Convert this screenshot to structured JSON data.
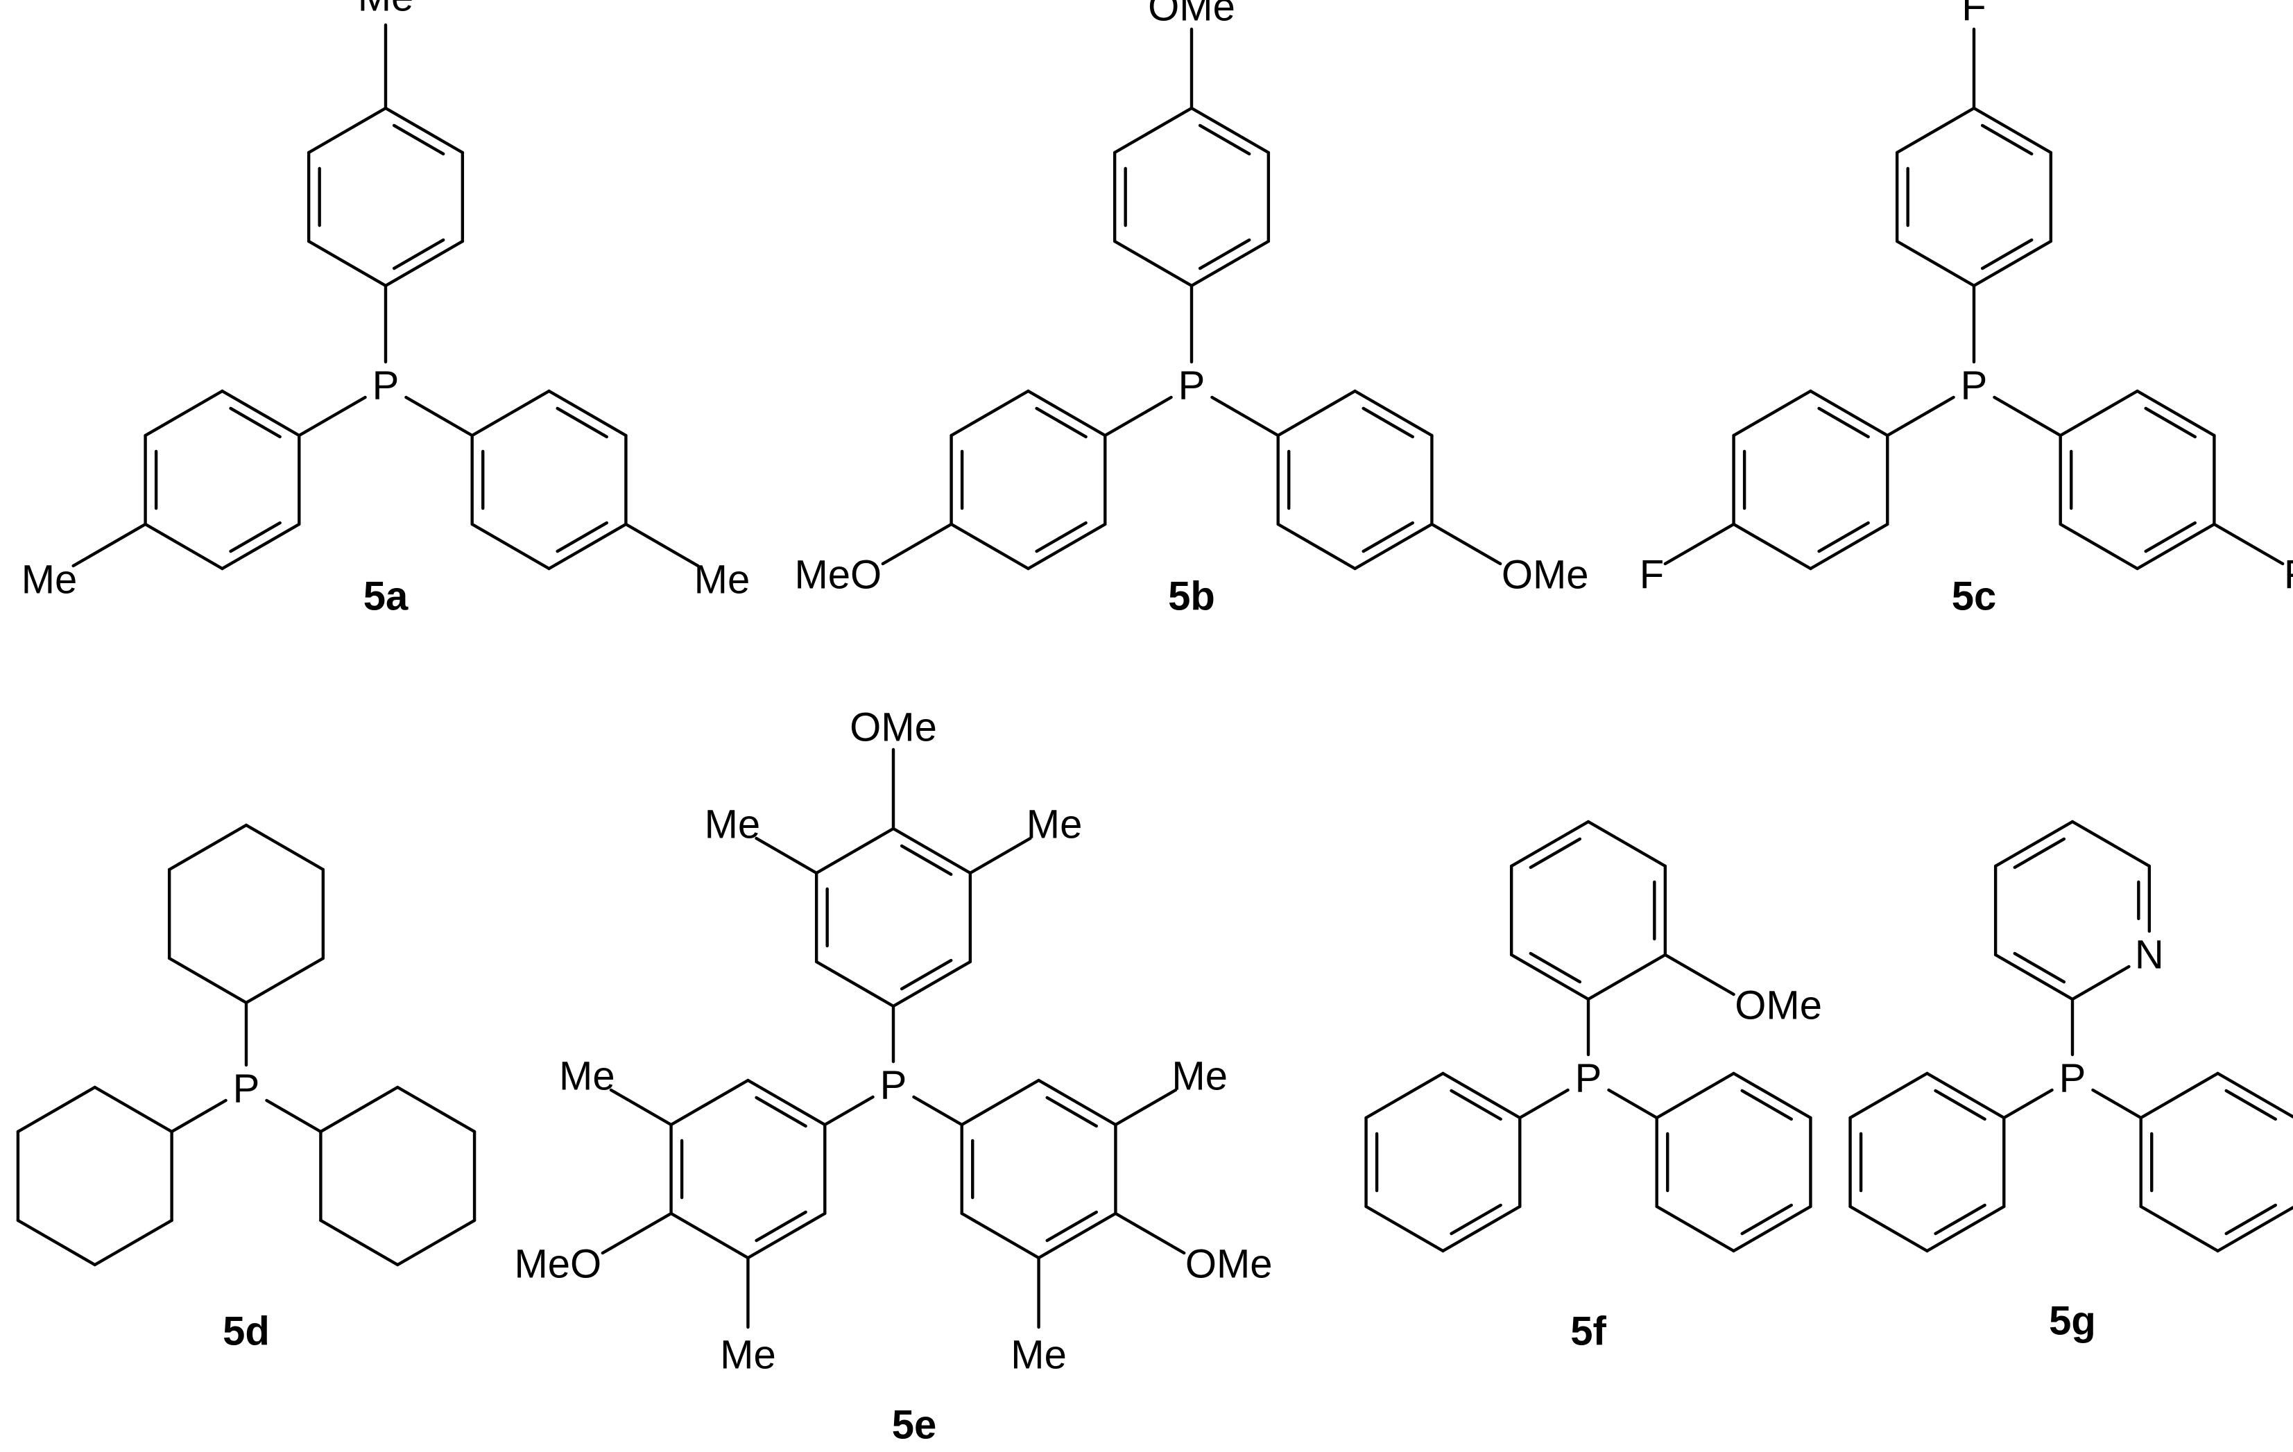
{
  "compounds": [
    {
      "id": "5a",
      "label": "5a",
      "labels": [
        {
          "key": "P",
          "text": "P"
        },
        {
          "key": "top",
          "text": "Me"
        },
        {
          "key": "left",
          "text": "Me"
        },
        {
          "key": "right",
          "text": "Me"
        }
      ]
    },
    {
      "id": "5b",
      "label": "5b",
      "labels": [
        {
          "key": "P",
          "text": "P"
        },
        {
          "key": "top",
          "text": "OMe"
        },
        {
          "key": "left",
          "text": "MeO"
        },
        {
          "key": "right",
          "text": "OMe"
        }
      ]
    },
    {
      "id": "5c",
      "label": "5c",
      "labels": [
        {
          "key": "P",
          "text": "P"
        },
        {
          "key": "top",
          "text": "F"
        },
        {
          "key": "left",
          "text": "F"
        },
        {
          "key": "right",
          "text": "F"
        }
      ]
    },
    {
      "id": "5d",
      "label": "5d",
      "labels": [
        {
          "key": "P",
          "text": "P"
        }
      ]
    },
    {
      "id": "5e",
      "label": "5e",
      "labels": [
        {
          "key": "P",
          "text": "P"
        },
        {
          "key": "t_ome",
          "text": "OMe"
        },
        {
          "key": "t_me_l",
          "text": "Me"
        },
        {
          "key": "t_me_r",
          "text": "Me"
        },
        {
          "key": "l_me_top",
          "text": "Me"
        },
        {
          "key": "l_ome",
          "text": "MeO"
        },
        {
          "key": "l_me_bot",
          "text": "Me"
        },
        {
          "key": "r_me_top",
          "text": "Me"
        },
        {
          "key": "r_ome",
          "text": "OMe"
        },
        {
          "key": "r_me_bot",
          "text": "Me"
        }
      ]
    },
    {
      "id": "5f",
      "label": "5f",
      "labels": [
        {
          "key": "P",
          "text": "P"
        },
        {
          "key": "ome",
          "text": "OMe"
        }
      ]
    },
    {
      "id": "5g",
      "label": "5g",
      "labels": [
        {
          "key": "P",
          "text": "P"
        },
        {
          "key": "N",
          "text": "N"
        }
      ]
    }
  ]
}
